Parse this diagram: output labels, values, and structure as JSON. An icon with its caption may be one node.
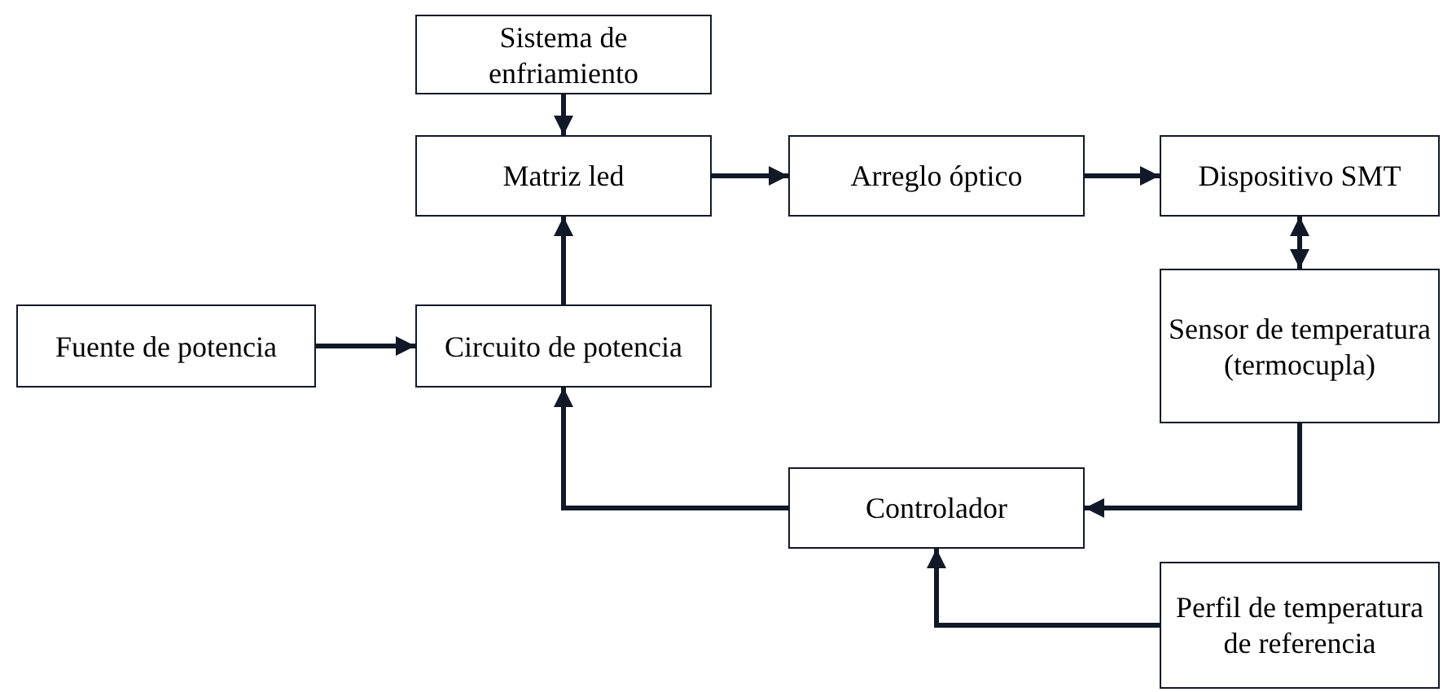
{
  "diagram": {
    "nodes": [
      {
        "text": [
          "Sistema de enfriamiento"
        ]
      },
      {
        "text": [
          "Matriz led"
        ]
      },
      {
        "text": [
          "Arreglo óptico"
        ]
      },
      {
        "text": [
          "Dispositivo SMT"
        ]
      },
      {
        "text": [
          "Fuente de potencia"
        ]
      },
      {
        "text": [
          "Circuito de potencia"
        ]
      },
      {
        "text": [
          "Sensor de temperatura (termocupla)"
        ]
      },
      {
        "text": [
          "Controlador"
        ]
      },
      {
        "text": [
          "Perfil de temperatura de referencia"
        ]
      }
    ],
    "edges": [
      {
        "from": 0,
        "to": 1,
        "arrow": "to"
      },
      {
        "from": 1,
        "to": 2,
        "arrow": "to"
      },
      {
        "from": 2,
        "to": 3,
        "arrow": "to"
      },
      {
        "from": 3,
        "to": 6,
        "arrow": "both"
      },
      {
        "from": 4,
        "to": 5,
        "arrow": "to"
      },
      {
        "from": 5,
        "to": 1,
        "arrow": "to"
      },
      {
        "from": 6,
        "to": 7,
        "arrow": "to"
      },
      {
        "from": 7,
        "to": 5,
        "arrow": "to"
      },
      {
        "from": 8,
        "to": 7,
        "arrow": "to"
      }
    ]
  }
}
